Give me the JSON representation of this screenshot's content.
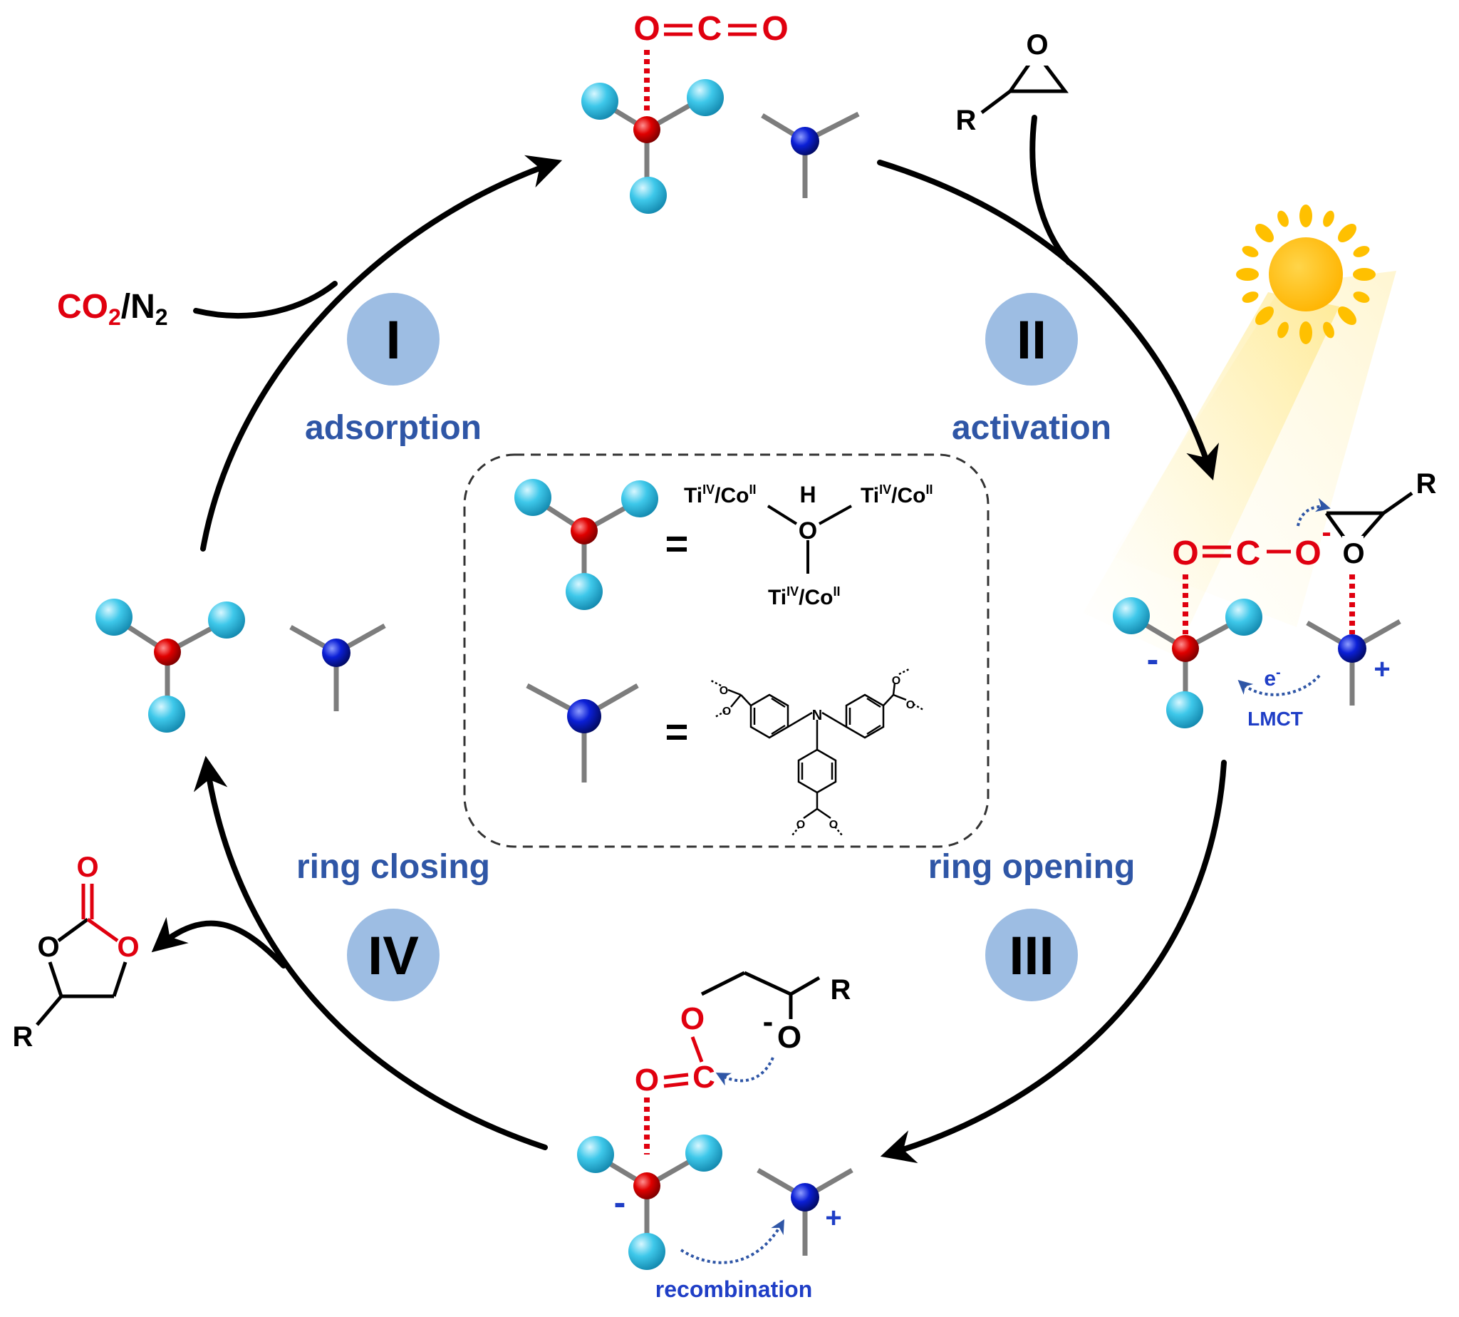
{
  "colors": {
    "red": "#e0000f",
    "blue_label": "#2f56a6",
    "circle_fill": "#9dbde3",
    "node_red": "#e00000",
    "node_blue": "#0b1fd6",
    "node_cyan": "#3ec8ea",
    "bond_gray": "#7d7d7d",
    "dark_blue_text": "#1f3ec6",
    "sun": "#ffc000"
  },
  "icons": [
    "sun-icon",
    "tilde-arrow-icon"
  ],
  "steps": {
    "i": {
      "numeral": "I",
      "label": "adsorption"
    },
    "ii": {
      "numeral": "II",
      "label": "activation"
    },
    "iii": {
      "numeral": "III",
      "label": "ring opening"
    },
    "iv": {
      "numeral": "IV",
      "label": "ring closing"
    }
  },
  "inputs": {
    "co2": "CO",
    "co2_sub": "2",
    "slash_n": "/N",
    "n2_sub": "2"
  },
  "top_molecule": {
    "o1": "O",
    "c": "C",
    "o2": "O"
  },
  "epoxide_top": {
    "o": "O",
    "r": "R"
  },
  "right_complex": {
    "o_left": "O",
    "c": "C",
    "o_right": "O",
    "neg_sup": "-",
    "ep_o": "O",
    "r": "R",
    "minus": "-",
    "plus": "+",
    "electron": "e",
    "electron_sup": "-",
    "lmct": "LMCT"
  },
  "bottom_complex": {
    "o_ester": "O",
    "o_carbonyl": "O",
    "c": "C",
    "r": "R",
    "alkoxide_o": "O",
    "alkoxide_charge": "-",
    "minus": "-",
    "plus": "+",
    "recombination": "recombination"
  },
  "product": {
    "o_top": "O",
    "o_left": "O",
    "o_right": "O",
    "r": "R"
  },
  "legend": {
    "equals1": "=",
    "equals2": "=",
    "metal": "Ti",
    "metal_sup": "IV",
    "slash_co": "/Co",
    "co_sup": "II",
    "h": "H",
    "o": "O",
    "n": "N",
    "o_small": "O"
  }
}
